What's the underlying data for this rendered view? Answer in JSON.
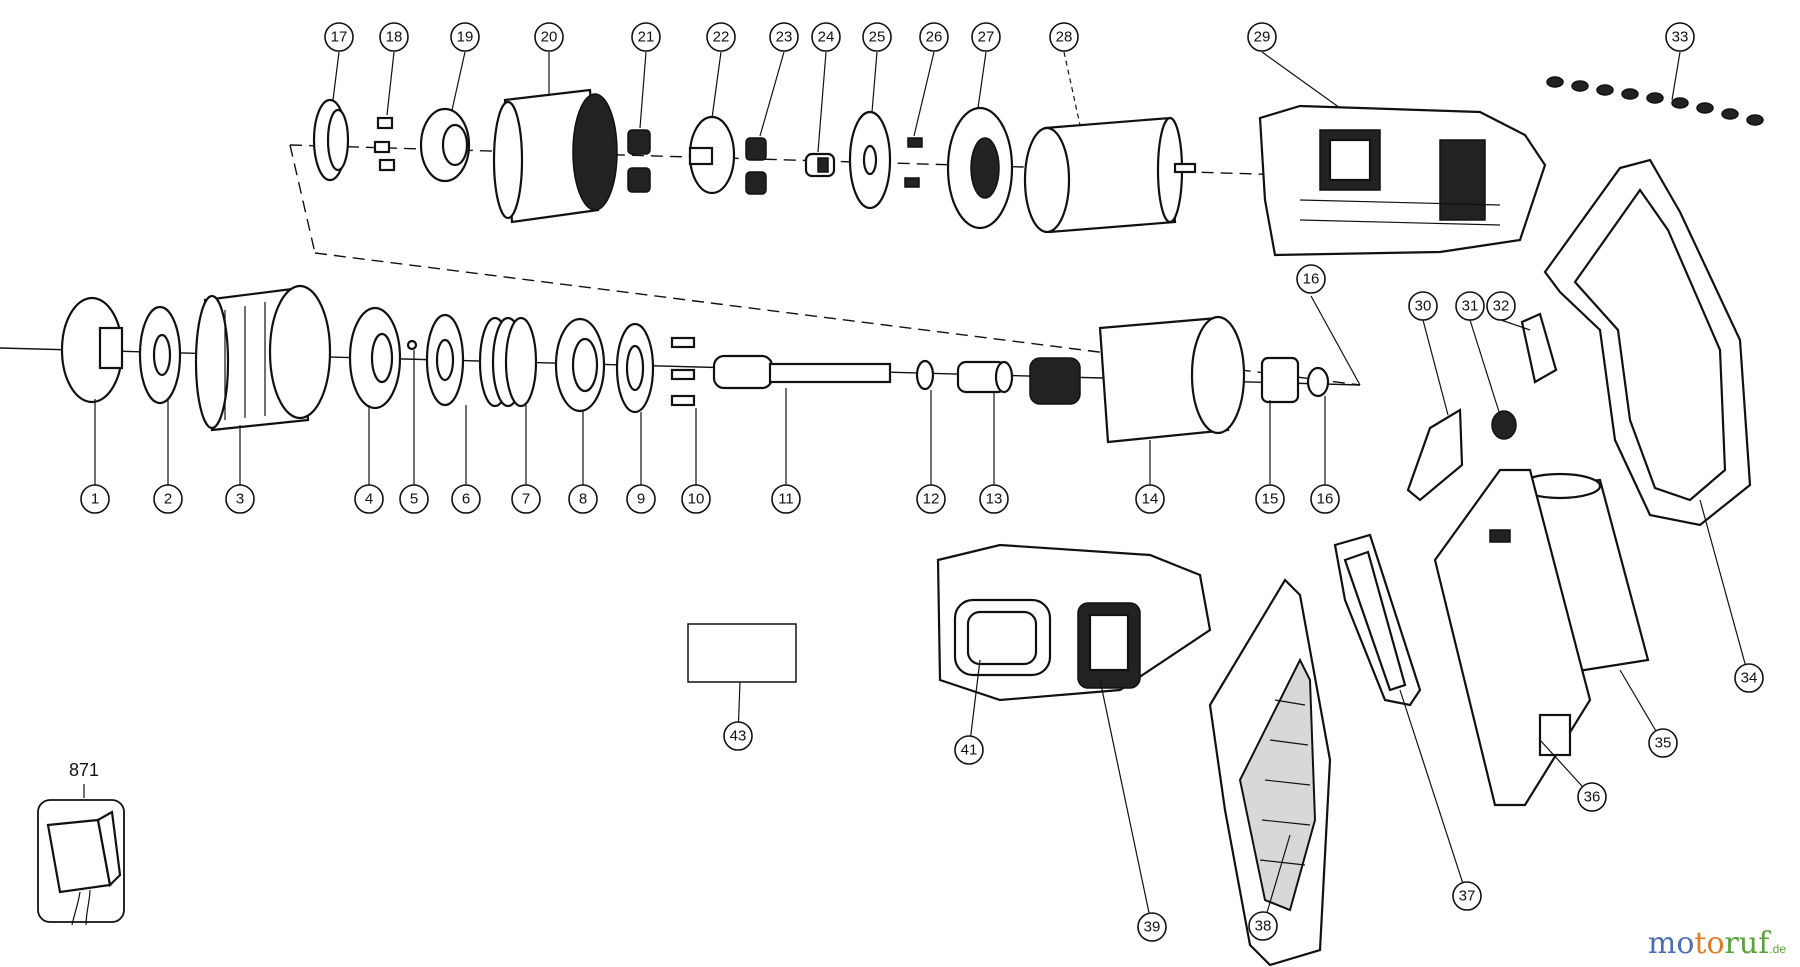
{
  "diagram": {
    "callouts": [
      "1",
      "2",
      "3",
      "4",
      "5",
      "6",
      "7",
      "8",
      "9",
      "10",
      "11",
      "12",
      "13",
      "14",
      "15",
      "16",
      "16",
      "17",
      "18",
      "19",
      "20",
      "21",
      "22",
      "23",
      "24",
      "25",
      "26",
      "27",
      "28",
      "29",
      "30",
      "31",
      "32",
      "33",
      "34",
      "35",
      "36",
      "37",
      "38",
      "39",
      "41",
      "43"
    ],
    "charger_label": "871"
  },
  "watermark": {
    "part1": "mo",
    "part2": "to",
    "part3": "ruf",
    "tld": ".de"
  }
}
